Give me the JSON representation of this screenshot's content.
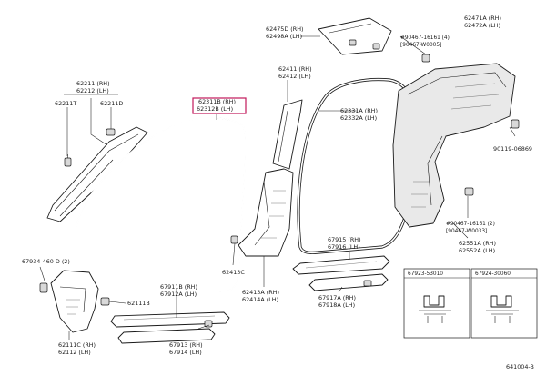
{
  "labels": {
    "p62211": "62211 (RH)",
    "p62212": "62212 (LH)",
    "p62211T": "62211T",
    "p62211D": "62211D",
    "p62311B": "62311B (RH)",
    "p62312B": "62312B (LH)",
    "p62475D": "62475D (RH)",
    "p62498A": "62498A (LH)",
    "p62411": "62411 (RH)",
    "p62412": "62412 (LH)",
    "p62471A": "62471A (RH)",
    "p62472A": "62472A (LH)",
    "p90467a": "#90467-16161 (4)",
    "p90467b": "[90467-W0005]",
    "p62331A": "62331A (RH)",
    "p62332A": "62332A (LH)",
    "p90119": "90119-06869",
    "p90467c": "#90467-16161 (2)",
    "p90467d": "[90467-W0033]",
    "p62551A": "62551A (RH)",
    "p62552A": "62552A (LH)",
    "p67915": "67915 (RH)",
    "p67916": "67916 (LH)",
    "p67934": "67934-460 D (2)",
    "p62111B": "62111B",
    "p62413C": "62413C",
    "p67911B": "67911B (RH)",
    "p67912A": "67912A (LH)",
    "p62413A": "62413A (RH)",
    "p62414A": "62414A (LH)",
    "p67917A": "67917A (RH)",
    "p67918A": "67918A (LH)",
    "p67923": "67923-53010",
    "p67924": "67924-30060",
    "p62111C": "62111C (RH)",
    "p62112": "62112 (LH)",
    "p67913": "67913 (RH)",
    "p67914": "67914 (LH)",
    "code": "641004-B"
  }
}
